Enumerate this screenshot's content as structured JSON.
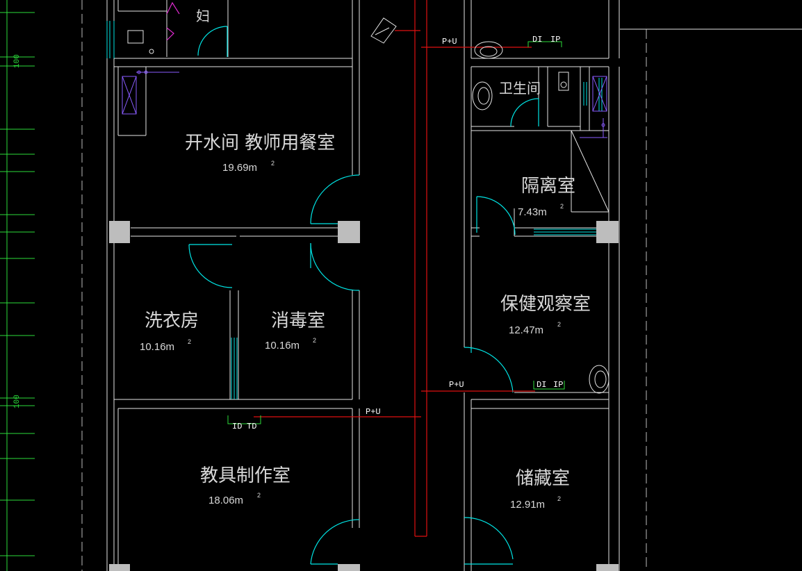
{
  "rooms": {
    "boiler_dining": {
      "name": "开水间  教师用餐室",
      "area": "19.69m",
      "sup": "2"
    },
    "laundry": {
      "name": "洗衣房",
      "area": "10.16m",
      "sup": "2"
    },
    "disinfection": {
      "name": "消毒室",
      "area": "10.16m",
      "sup": "2"
    },
    "teaching_aids": {
      "name": "教具制作室",
      "area": "18.06m",
      "sup": "2"
    },
    "isolation": {
      "name": "隔离室",
      "area": "7.43m",
      "sup": "2"
    },
    "health_observation": {
      "name": "保健观察室",
      "area": "12.47m",
      "sup": "2"
    },
    "storage": {
      "name": "储藏室",
      "area": "12.91m",
      "sup": "2"
    },
    "toilet": {
      "name": "卫生间"
    },
    "top_room": {
      "name": "妇"
    }
  },
  "pipe_labels": {
    "top": "P+U",
    "middle": "P+U",
    "left": "P+U",
    "fixture": "DI",
    "fixture_b": "IP",
    "fixture_left_a": "ID",
    "fixture_left_b": "TD"
  },
  "dimension_labels": [
    "100",
    "100"
  ],
  "colors": {
    "background": "#000000",
    "wall": "#e6e6e6",
    "door": "#00e5e5",
    "pipe": "#e01010",
    "axis": "#2bdc3a",
    "column": "#bdbdbd",
    "fixture": "#8a5cff"
  }
}
